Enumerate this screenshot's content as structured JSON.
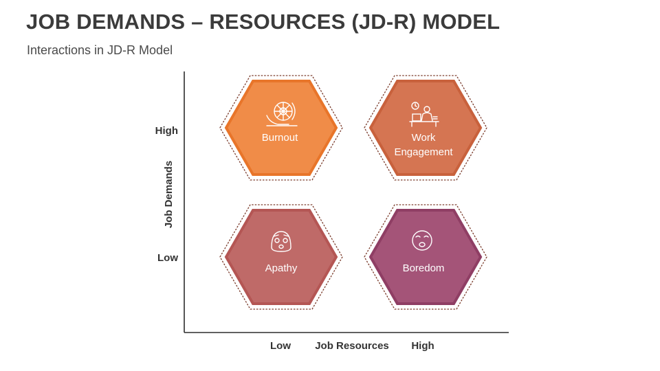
{
  "header": {
    "title": "JOB DEMANDS – RESOURCES (JD-R) MODEL",
    "subtitle": "Interactions in JD-R Model"
  },
  "axes": {
    "y_title": "Job Demands",
    "y_high": "High",
    "y_low": "Low",
    "x_title": "Job Resources",
    "x_low": "Low",
    "x_high": "High"
  },
  "quadrants": {
    "burnout": {
      "label": "Burnout",
      "icon": "burnout-icon",
      "color": "#F08C48",
      "border": "#E8752A"
    },
    "engagement": {
      "label_line1": "Work",
      "label_line2": "Engagement",
      "icon": "work-desk-icon",
      "color": "#D57552",
      "border": "#C8613C"
    },
    "apathy": {
      "label": "Apathy",
      "icon": "scared-face-icon",
      "color": "#BF6A68",
      "border": "#B45654"
    },
    "boredom": {
      "label": "Boredom",
      "icon": "yawning-face-icon",
      "color": "#A45478",
      "border": "#8F3E64"
    }
  }
}
